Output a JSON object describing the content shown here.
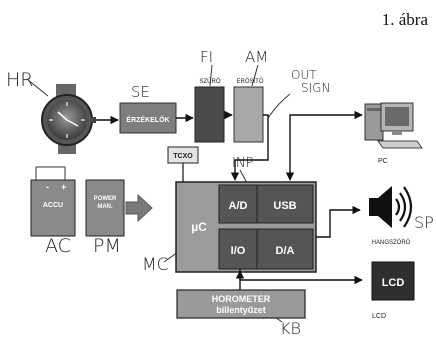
{
  "figure_label": "1. ábra",
  "handwritten": {
    "hr": "HR",
    "se": "SE",
    "fi": "FI",
    "am": "AM",
    "out_sign": [
      "OUT",
      "SIGN"
    ],
    "inp": "INP",
    "sp": "SP",
    "ac": "AC",
    "pm": "PM",
    "mc": "MC",
    "kb": "KB"
  },
  "blocks": {
    "sensors": "ÉRZÉKELŐK",
    "filter": "SZŰRŐ",
    "amplifier": "ERŐSÍTŐ",
    "tcxo": "TCXO",
    "accu": "ACCU",
    "power": [
      "POWER",
      "MAN."
    ],
    "uc": "µC",
    "ad": "A/D",
    "usb": "USB",
    "io": "I/O",
    "da": "D/A",
    "keyboard": [
      "HOROMETER",
      "billentyűzet"
    ]
  },
  "devices": {
    "pc": "PC",
    "speaker": "HANGSZÓRÓ",
    "lcd": "LCD",
    "lcd_caption": "LCD"
  },
  "accu_terminals": [
    "-",
    "+"
  ],
  "icons": [
    "watch-icon",
    "pc-icon",
    "speaker-icon",
    "lcd-icon",
    "arrow-icon"
  ]
}
